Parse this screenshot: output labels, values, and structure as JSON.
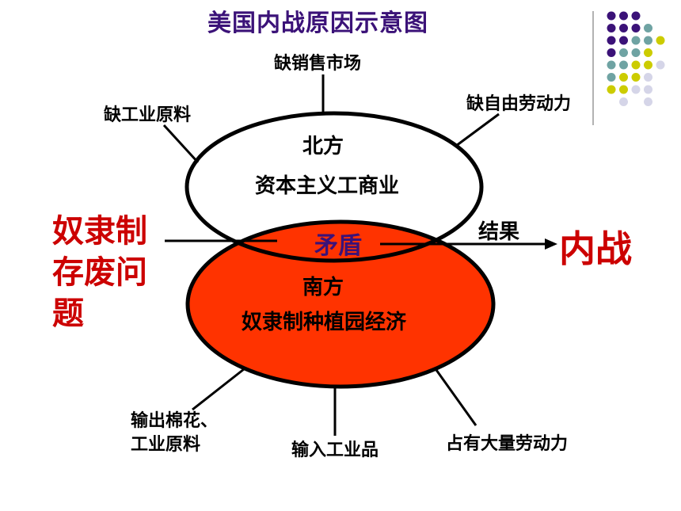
{
  "title": "美国内战原因示意图",
  "north": {
    "name": "北方",
    "economy": "资本主义工商业",
    "needs": [
      "缺销售市场",
      "缺工业原料",
      "缺自由劳动力"
    ]
  },
  "south": {
    "name": "南方",
    "economy": "奴隶制种植园经济",
    "traits": [
      "输出棉花、",
      "工业原料",
      "输入工业品",
      "占有大量劳动力"
    ]
  },
  "center": "矛盾",
  "cause_lines": [
    "奴隶制",
    "存废问",
    "题"
  ],
  "result_label": "结果",
  "result": "内战",
  "colors": {
    "title": "#3b1278",
    "south_fill": "#ff3300",
    "emphasis": "#cc0000",
    "dot_purple": "#3b1278",
    "dot_teal": "#6fa3a3",
    "dot_yellow": "#cccc00",
    "dot_lavender": "#d5d5e8"
  }
}
